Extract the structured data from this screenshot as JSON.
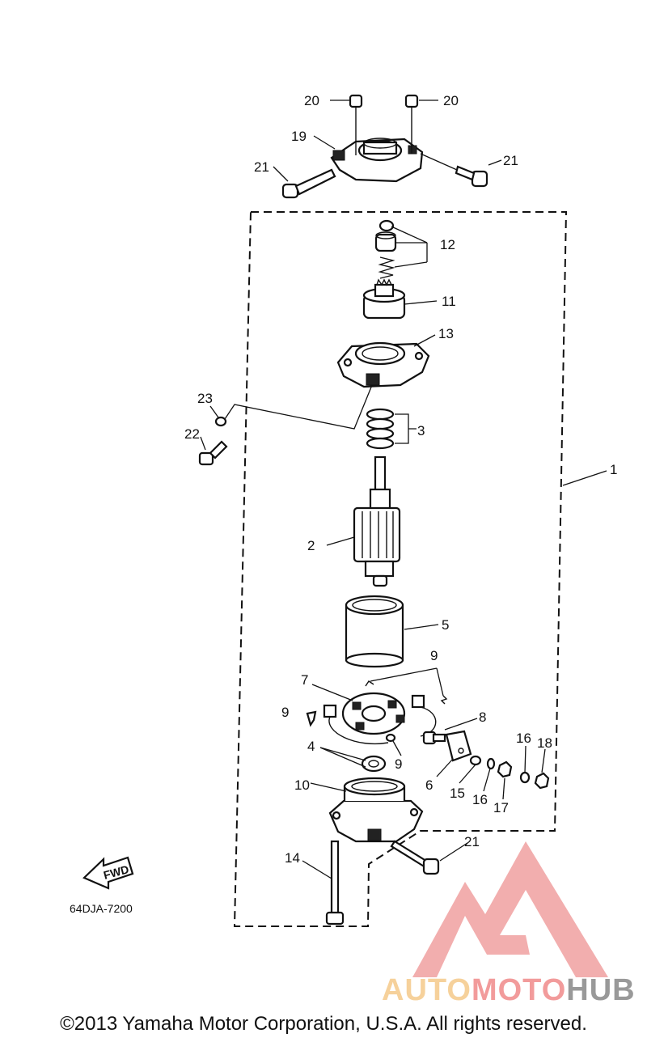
{
  "diagram_code": "64DJA-7200",
  "fwd_label": "FWD",
  "copyright": "©2013 Yamaha Motor Corporation, U.S.A. All rights reserved.",
  "watermark": {
    "part1": "AUTO",
    "part2": "MOTO",
    "part3": "HUB",
    "color1": "#f5c98a",
    "color2": "#f08a8a",
    "color3": "#888888",
    "triangle_color": "#f0a0a0"
  },
  "callouts": {
    "c1": "1",
    "c2": "2",
    "c3": "3",
    "c4": "4",
    "c5": "5",
    "c6": "6",
    "c7": "7",
    "c8": "8",
    "c9a": "9",
    "c9b": "9",
    "c9c": "9",
    "c10": "10",
    "c11": "11",
    "c12": "12",
    "c13": "13",
    "c14": "14",
    "c15": "15",
    "c16a": "16",
    "c16b": "16",
    "c17": "17",
    "c18": "18",
    "c19": "19",
    "c20a": "20",
    "c20b": "20",
    "c21a": "21",
    "c21b": "21",
    "c21c": "21",
    "c22": "22",
    "c23": "23"
  }
}
